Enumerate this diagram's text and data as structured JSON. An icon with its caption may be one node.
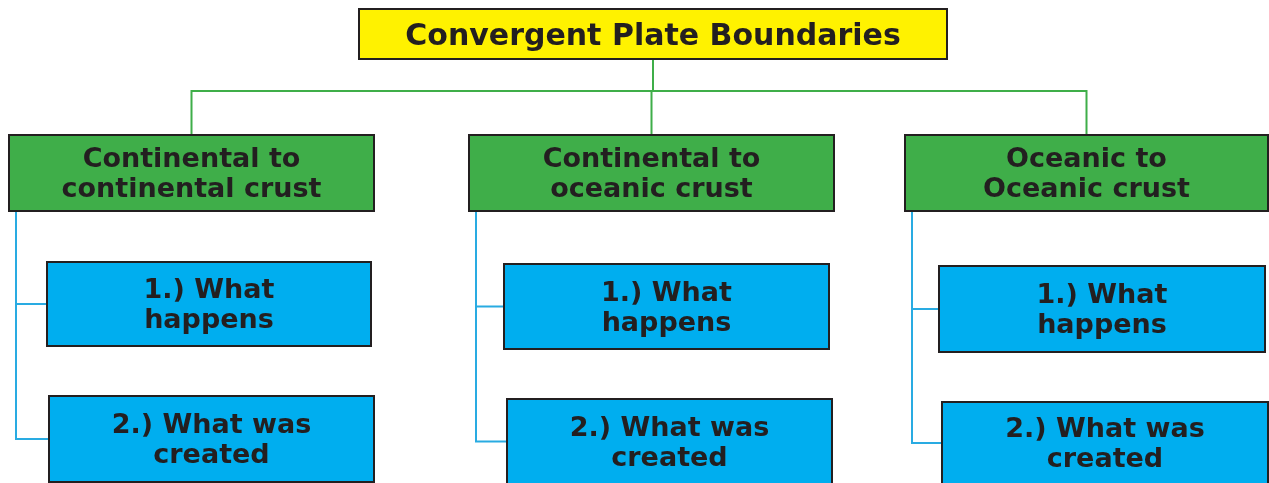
{
  "diagram": {
    "nodes": [
      {
        "text": [
          "Convergent Plate Boundaries"
        ]
      },
      {
        "text": [
          "Continental to continental crust"
        ]
      },
      {
        "text": [
          "Continental to oceanic crust"
        ]
      },
      {
        "text": [
          "Oceanic to Oceanic crust"
        ]
      },
      {
        "text": [
          "1.) What happens"
        ]
      },
      {
        "text": [
          "2.) What was created"
        ]
      },
      {
        "text": [
          "1.) What happens"
        ]
      },
      {
        "text": [
          "2.) What was created"
        ]
      },
      {
        "text": [
          "1.) What happens"
        ]
      },
      {
        "text": [
          "2.) What was created"
        ]
      }
    ],
    "edges": [
      {
        "from": 0,
        "to": 1,
        "arrow": "none",
        "color": "#3fae49"
      },
      {
        "from": 0,
        "to": 2,
        "arrow": "none",
        "color": "#3fae49"
      },
      {
        "from": 0,
        "to": 3,
        "arrow": "none",
        "color": "#3fae49"
      },
      {
        "from": 1,
        "to": 4,
        "arrow": "none"
      },
      {
        "from": 1,
        "to": 5,
        "arrow": "none"
      },
      {
        "from": 2,
        "to": 6,
        "arrow": "none"
      },
      {
        "from": 2,
        "to": 7,
        "arrow": "none"
      },
      {
        "from": 3,
        "to": 8,
        "arrow": "none"
      },
      {
        "from": 3,
        "to": 9,
        "arrow": "none"
      }
    ]
  }
}
